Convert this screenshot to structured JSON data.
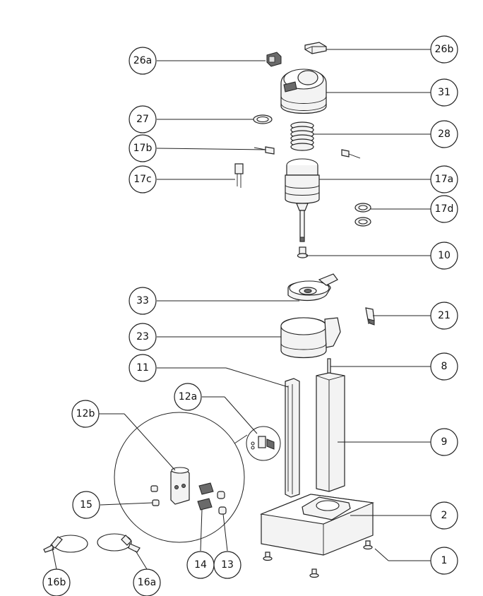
{
  "callouts": {
    "p26a": "26a",
    "p26b": "26b",
    "p31": "31",
    "p27": "27",
    "p28": "28",
    "p17b": "17b",
    "p17c": "17c",
    "p17a": "17a",
    "p17d": "17d",
    "p10": "10",
    "p33": "33",
    "p21": "21",
    "p23": "23",
    "p11": "11",
    "p8": "8",
    "p12a": "12a",
    "p12b": "12b",
    "p9": "9",
    "p15": "15",
    "p2": "2",
    "p14": "14",
    "p13": "13",
    "p1": "1",
    "p16b": "16b",
    "p16a": "16a"
  }
}
